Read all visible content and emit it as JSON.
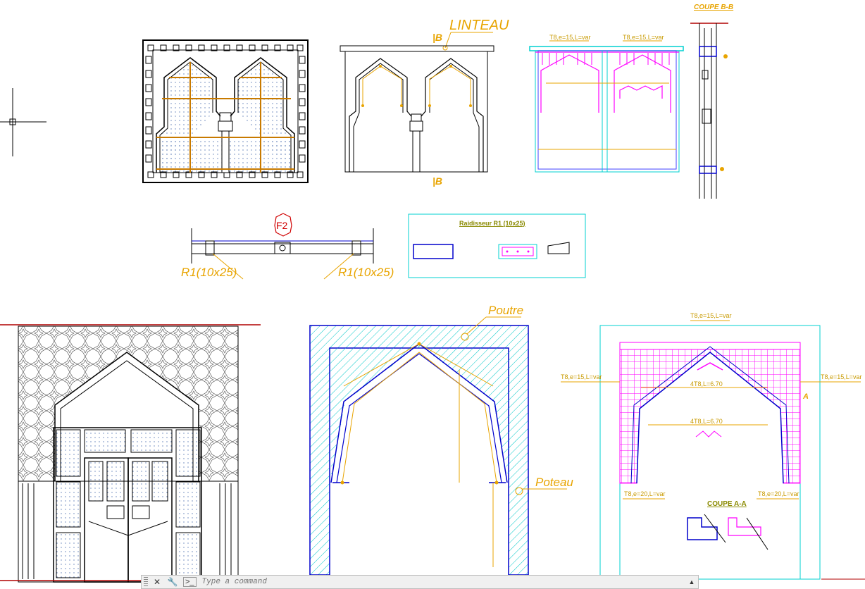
{
  "drawing": {
    "labels": {
      "linteau": "LINTEAU",
      "coupe_bb": "COUPE B-B",
      "section_b_top": "|B",
      "section_b_bottom": "|B",
      "f2": "F2",
      "r1_left": "R1(10x25)",
      "r1_right": "R1(10x25)",
      "raidisseur": "Raidisseur R1 (10x25)",
      "poutre": "Poutre",
      "poteau": "Poteau",
      "coupe_aa": "COUPE A-A",
      "t8_top_left": "T8,e=15,L=var",
      "t8_top_right": "T8,e=15,L=var",
      "t8_big_top": "T8,e=15,L=var",
      "t8_big_left": "T8,e=15,L=var",
      "t8_big_right": "T8,e=15,L=var",
      "t8_bottom_left": "T8,e=20,L=var",
      "t8_bottom_right": "T8,e=20,L=var",
      "bar_4t8_upper": "4T8,L=6.70",
      "bar_4t8_lower": "4T8,L=6.70",
      "marker_a": "A"
    }
  },
  "command_line": {
    "placeholder": "Type a command",
    "close_icon": "close-icon",
    "settings_icon": "wrench-icon",
    "prompt_icon": "prompt-icon"
  },
  "colors": {
    "background": "#ffffff",
    "linework": "#000000",
    "orange": "#e8a400",
    "magenta": "#ff00ff",
    "cyan": "#00e5e5",
    "blue": "#0000cc",
    "red": "#b00000"
  }
}
